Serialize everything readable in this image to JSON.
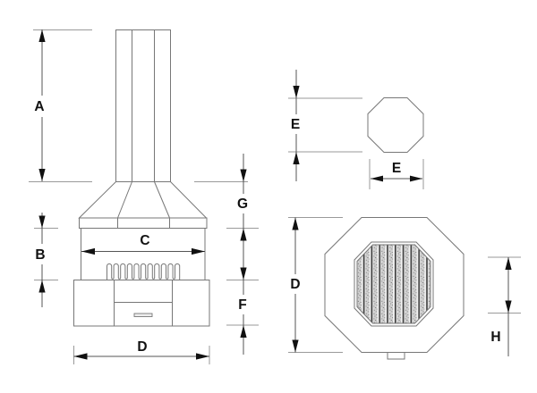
{
  "drawing": {
    "type": "dimension-diagram",
    "labels": {
      "a": "A",
      "b": "B",
      "c": "C",
      "d_front": "D",
      "g": "G",
      "f": "F",
      "e_cap_height": "E",
      "e_cap_width": "E",
      "d_body": "D",
      "h": "H"
    },
    "colors": {
      "outline": "#777777",
      "dimension_line": "#555555",
      "tick": "#9a9a9a",
      "arrow": "#111111",
      "label": "#111111",
      "background": "#ffffff",
      "grate_bar": "#444444",
      "grate_fill": "#cfcfcf"
    }
  }
}
